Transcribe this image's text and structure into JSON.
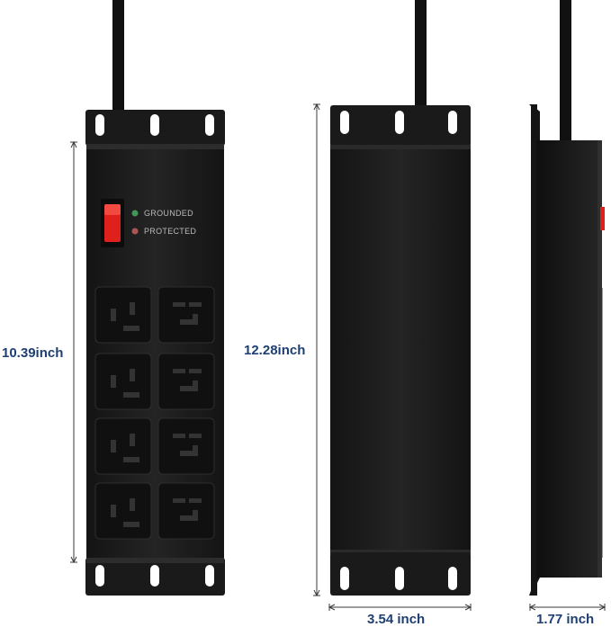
{
  "product": {
    "indicators": {
      "grounded": "GROUNDED",
      "protected": "PROTECTED"
    },
    "outlet_count": 8
  },
  "dimensions": {
    "front_height": "10.39inch",
    "back_height": "12.28inch",
    "width": "3.54 inch",
    "depth": "1.77 inch"
  },
  "colors": {
    "dimension_text": "#1f3f73",
    "body": "#1b1b1b",
    "switch": "#e0201c",
    "led_green": "#4fbf6a",
    "led_red": "#d96a6a"
  }
}
